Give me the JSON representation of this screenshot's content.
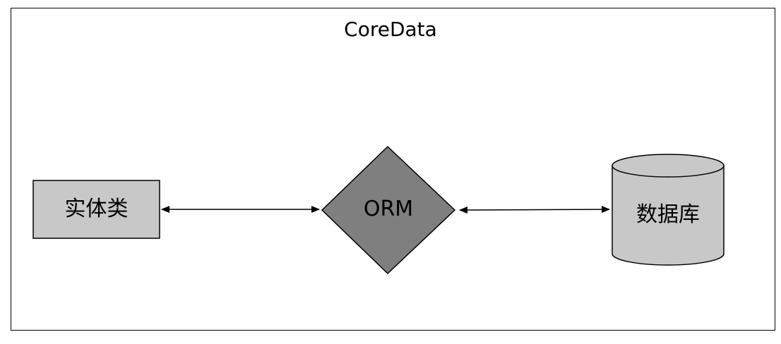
{
  "diagram": {
    "title": "CoreData",
    "nodes": {
      "entity": {
        "label": "实体类",
        "shape": "rectangle",
        "fill": "#c8c8c8"
      },
      "orm": {
        "label": "ORM",
        "shape": "diamond",
        "fill": "#7f7f7f"
      },
      "database": {
        "label": "数据库",
        "shape": "cylinder",
        "fill": "#c8c8c8"
      }
    },
    "edges": [
      {
        "from": "entity",
        "to": "orm",
        "style": "bidirectional-arrow"
      },
      {
        "from": "orm",
        "to": "database",
        "style": "bidirectional-arrow"
      }
    ]
  }
}
